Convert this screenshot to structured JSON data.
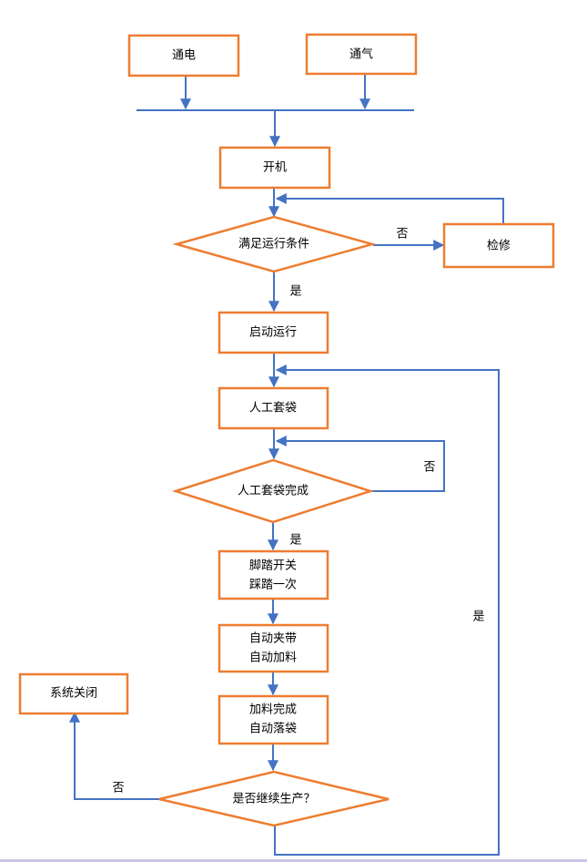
{
  "colors": {
    "node_border": "#ED7D31",
    "connector": "#4472C4",
    "bottom_bar": "#C9C7E6"
  },
  "nodes": {
    "power_on": "通电",
    "air_on": "通气",
    "start_machine": "开机",
    "check_conditions": "满足运行条件",
    "maintenance": "检修",
    "start_running": "启动运行",
    "manual_bagging": "人工套袋",
    "bagging_done": "人工套袋完成",
    "pedal_line1": "脚踏开关",
    "pedal_line2": "踩踏一次",
    "clamp_line1": "自动夹带",
    "clamp_line2": "自动加料",
    "drop_line1": "加料完成",
    "drop_line2": "自动落袋",
    "continue_question": "是否继续生产？",
    "system_off": "系统关闭"
  },
  "labels": {
    "no_maintenance": "否",
    "yes_start": "是",
    "no_bagging": "否",
    "yes_pedal": "是",
    "yes_loop": "是",
    "no_shutdown": "否"
  }
}
